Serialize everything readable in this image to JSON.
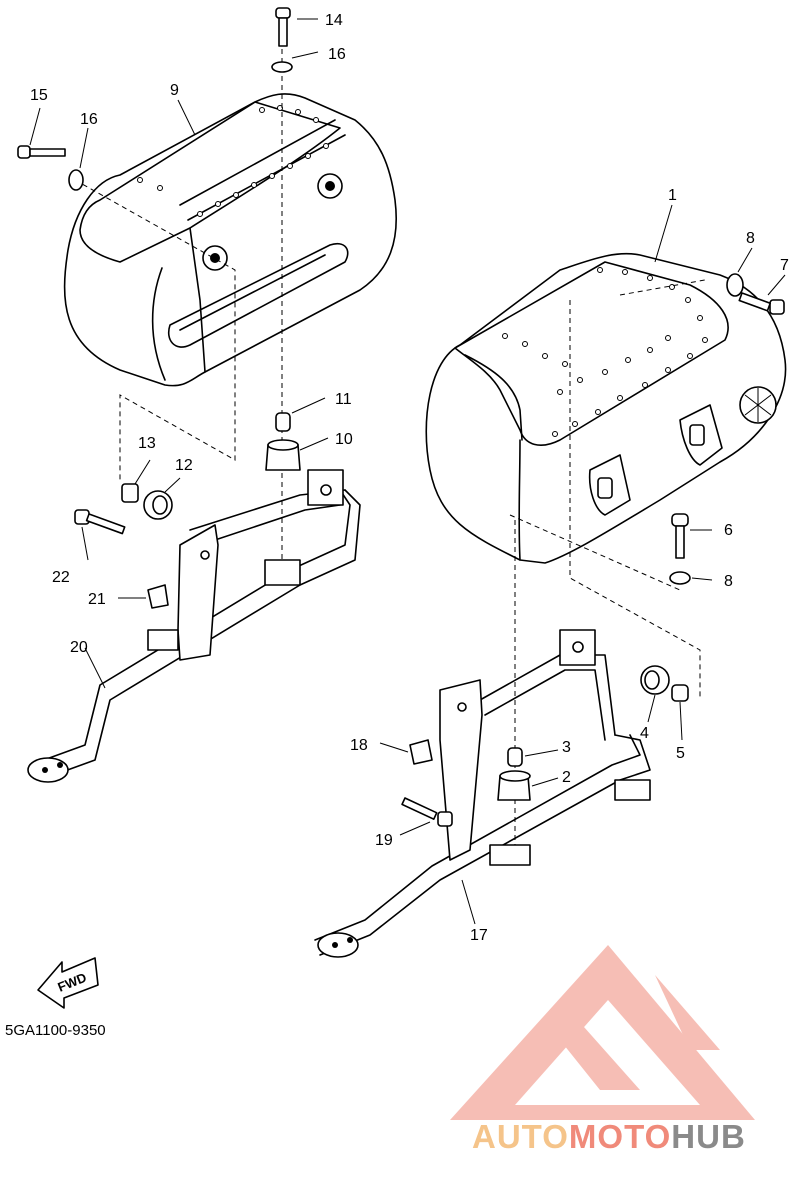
{
  "diagram": {
    "part_code": "5GA1100-9350",
    "fwd_label": "FWD",
    "callouts": {
      "c1": "1",
      "c2": "2",
      "c3": "3",
      "c4": "4",
      "c5": "5",
      "c6": "6",
      "c7": "7",
      "c8a": "8",
      "c8b": "8",
      "c9": "9",
      "c10": "10",
      "c11": "11",
      "c12": "12",
      "c13": "13",
      "c14": "14",
      "c15": "15",
      "c16a": "16",
      "c16b": "16",
      "c17": "17",
      "c18": "18",
      "c19": "19",
      "c20": "20",
      "c21": "21",
      "c22": "22"
    }
  },
  "watermark": {
    "part1": "AUTO",
    "part2": "MOTO",
    "part3": "HUB",
    "colors": {
      "auto": "#f5c48a",
      "moto": "#f08a7a",
      "hub": "#8a8a8a",
      "logo": "#f2a0a0"
    }
  }
}
